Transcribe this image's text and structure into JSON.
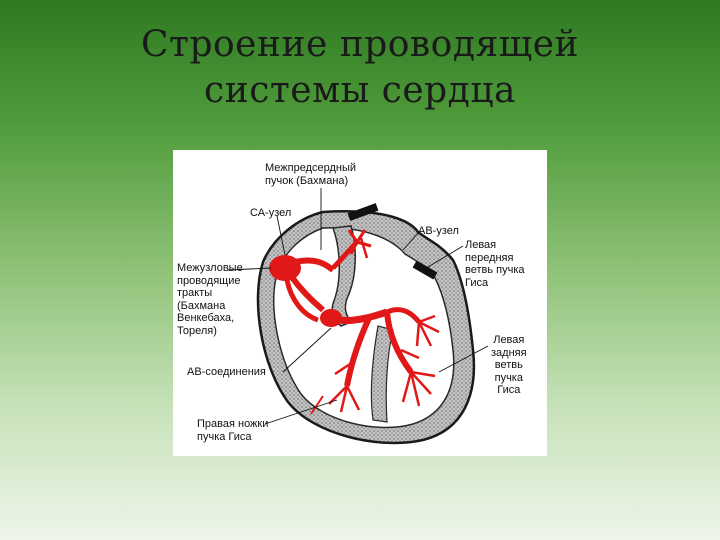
{
  "title": {
    "line1": "Строение проводящей",
    "line2": "системы сердца"
  },
  "diagram": {
    "labels": {
      "bachmann_bundle": "Межпредсердный\nпучок (Бахмана)",
      "sa_node": "СА-узел",
      "av_node": "АВ-узел",
      "left_anterior_branch": "Левая\nпередняя\nветвь пучка\nГиса",
      "internodal_tracts": "Межузловые\nпроводящие\nтракты\n(Бахмана\nВенкебаха,\nТореля)",
      "av_junction": "АВ-соединения",
      "left_posterior_branch": "Левая\nзадняя\nветвь\nпучка\nГиса",
      "right_bundle_branch": "Правая ножки\nпучка Гиса"
    },
    "colors": {
      "conduction": "#e01818",
      "wall": "#2a2a2a",
      "wall_fill": "#b8b8b8"
    }
  }
}
